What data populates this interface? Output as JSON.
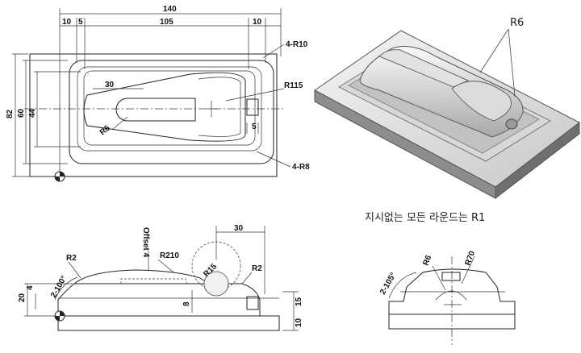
{
  "top_view": {
    "dims": {
      "overall_width": "140",
      "left_10": "10",
      "left_5": "5",
      "inner_105": "105",
      "right_10": "10",
      "height_82": "82",
      "height_60": "60",
      "height_44": "44",
      "slot_30": "30",
      "right_5": "5"
    },
    "callouts": {
      "r10": "4-R10",
      "r115": "R115",
      "r8": "4-R8",
      "r6_slot": "R6"
    }
  },
  "iso_view": {
    "callout_r6": "R6"
  },
  "front_view": {
    "dims": {
      "h20": "20",
      "h4": "4",
      "h8": "8",
      "h15": "15",
      "h10": "10",
      "w30": "30"
    },
    "callouts": {
      "r2_left": "R2",
      "r210": "R210",
      "r15": "R15",
      "r2_right": "R2",
      "draft_left": "2-100°",
      "offset": "Offset 4"
    }
  },
  "side_view": {
    "callouts": {
      "draft": "2-105°",
      "r6": "R6",
      "r70": "R70"
    }
  },
  "note": "지시없는 모든 라운드는 R1"
}
